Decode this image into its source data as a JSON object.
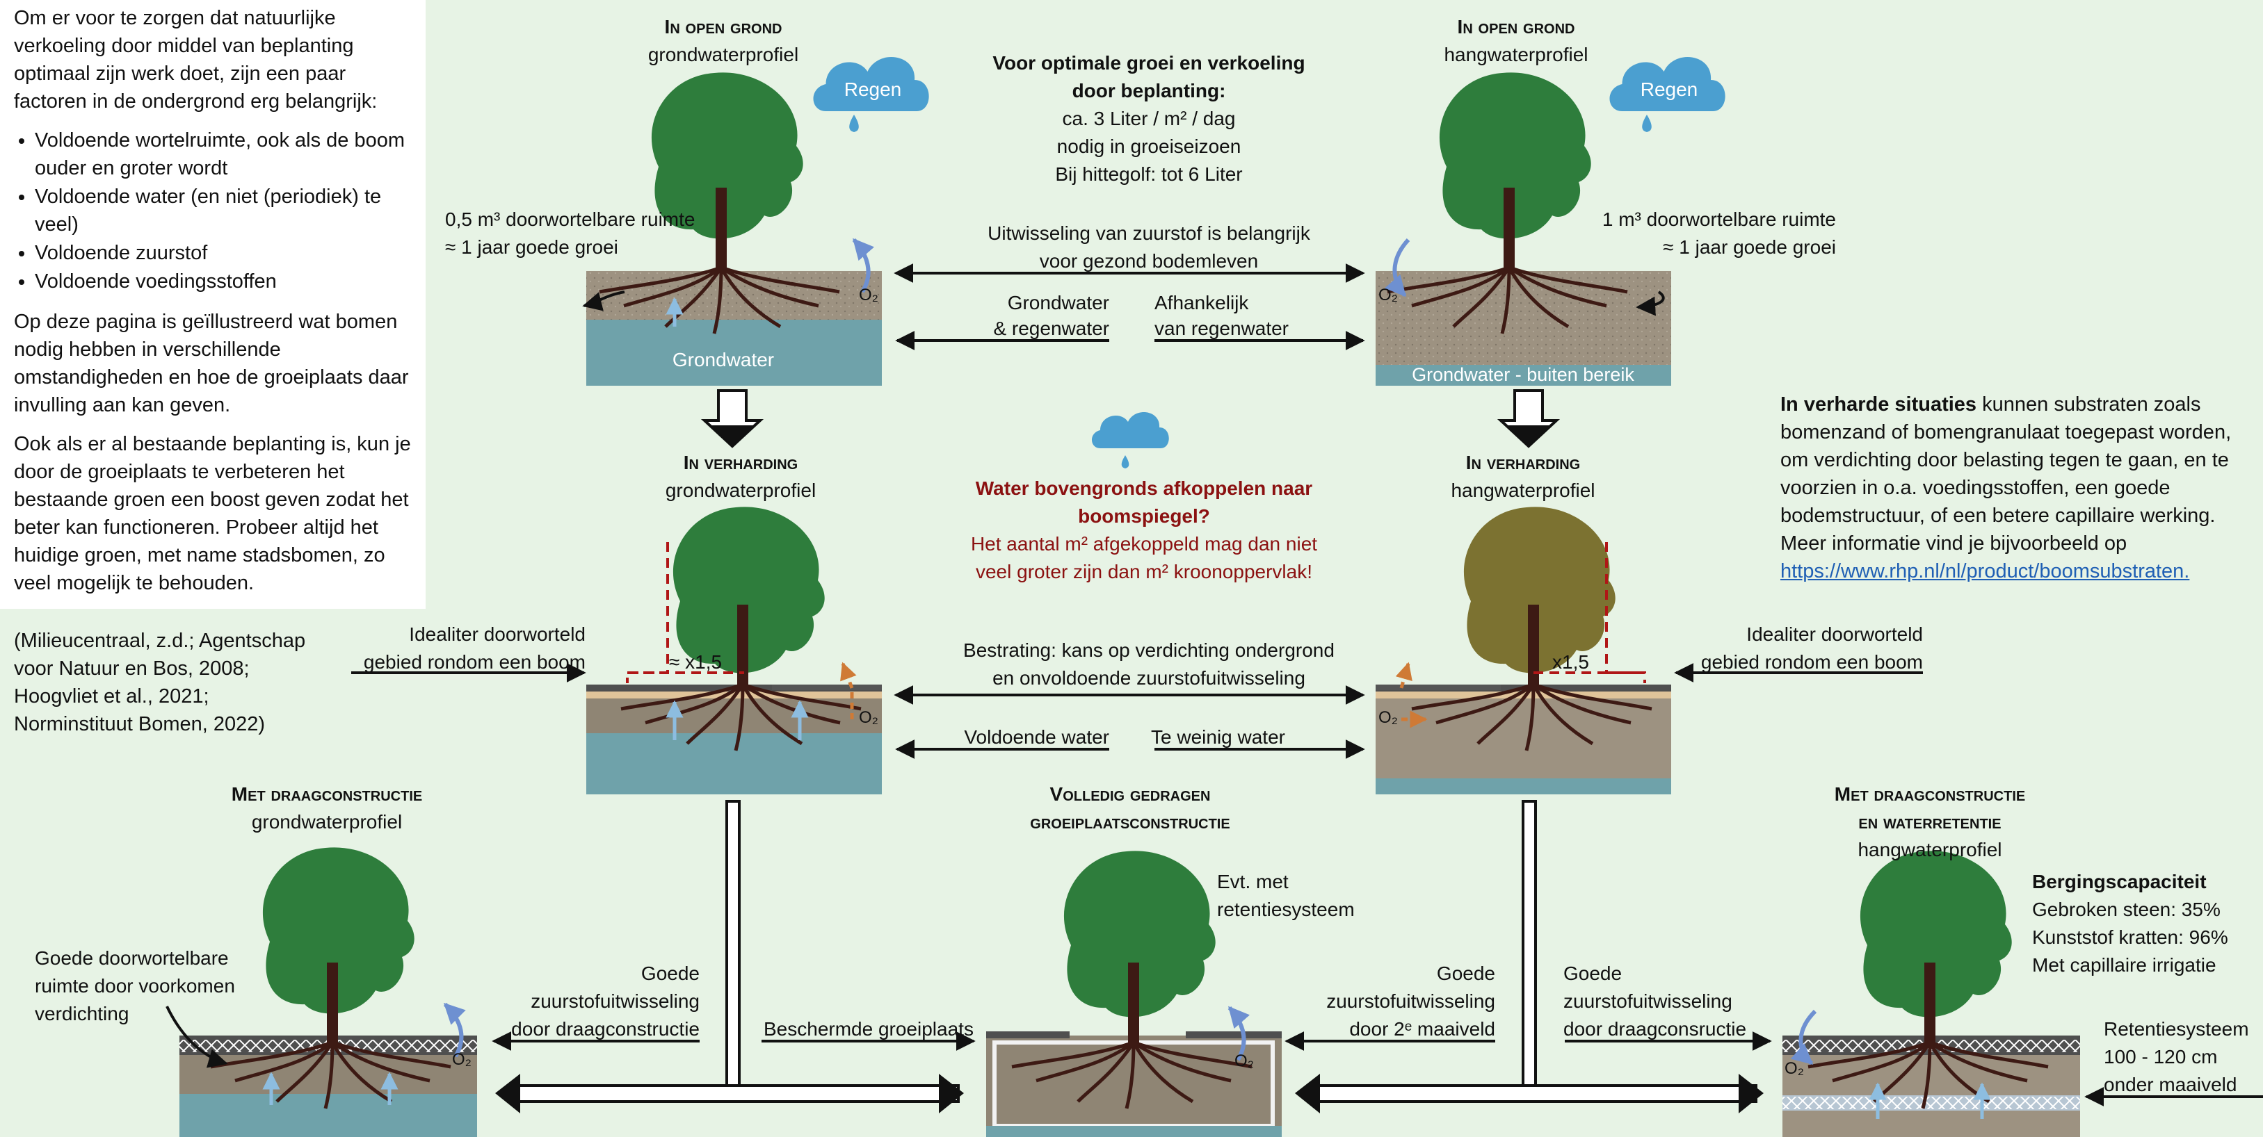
{
  "intro": {
    "paragraph1": "Om er voor te zorgen dat natuurlijke verkoeling door middel van beplanting optimaal zijn werk doet, zijn een paar factoren in de ondergrond erg belangrijk:",
    "bullets": [
      "Voldoende wortelruimte, ook als de boom ouder en groter wordt",
      "Voldoende water (en niet (periodiek) te veel)",
      "Voldoende zuurstof",
      "Voldoende voedingsstoffen"
    ],
    "paragraph2": "Op deze pagina is geïllustreerd wat bomen nodig hebben in verschillende omstandigheden en hoe de groeiplaats daar invulling aan kan geven.",
    "paragraph3": "Ook als er al bestaande beplanting is, kun je door de groeiplaats te verbeteren het bestaande groen een boost geven zodat het beter kan functioneren. Probeer altijd het huidige groen, met name stadsbomen, zo veel mogelijk te behouden."
  },
  "references": "(Milieucentraal, z.d.; Agentschap voor Natuur en Bos, 2008; Hoogvliet et al., 2021; Norminstituut Bomen, 2022)",
  "right_note": {
    "bold": "In verharde situaties",
    "text": " kunnen substraten zoals bomenzand of bomengranulaat toegepast worden, om verdichting door belasting tegen te gaan, en te voorzien in o.a. voedingsstoffen, een goede bodemstructuur, of een betere capillaire werking. Meer informatie vind je bijvoorbeeld op ",
    "link": "https://www.rhp.nl/nl/product/boomsubstraten."
  },
  "scenes": {
    "open_gw": {
      "title": "In open grond",
      "subtitle": "grondwaterprofiel",
      "rain": "Regen",
      "water_label": "Grondwater",
      "space_1": "0,5 m³ doorwortelbare ruimte",
      "space_2": "≈ 1 jaar goede groei",
      "o2": "O₂"
    },
    "open_hw": {
      "title": "In open grond",
      "subtitle": "hangwaterprofiel",
      "rain": "Regen",
      "water_label": "Grondwater - buiten bereik",
      "space_1": "1 m³ doorwortelbare ruimte",
      "space_2": "≈ 1 jaar goede groei",
      "o2": "O₂"
    },
    "paved_gw": {
      "title": "In verharding",
      "subtitle": "grondwaterprofiel",
      "factor": "≈ x1,5",
      "ideal_1": "Idealiter doorworteld",
      "ideal_2": "gebied rondom een boom",
      "o2": "O₂"
    },
    "paved_hw": {
      "title": "In verharding",
      "subtitle": "hangwaterprofiel",
      "factor": "x1,5",
      "ideal_1": "Idealiter doorworteld",
      "ideal_2": "gebied rondom een boom",
      "o2": "O₂"
    },
    "bear_gw": {
      "title_1": "Met draagconstructie",
      "subtitle": "grondwaterprofiel",
      "note_1": "Goede doorwortelbare",
      "note_2": "ruimte door voorkomen",
      "note_3": "verdichting",
      "o2": "O₂",
      "exchange_1": "Goede",
      "exchange_2": "zuurstofuitwisseling",
      "exchange_3": "door draagconstructie"
    },
    "full": {
      "title_1": "Volledig gedragen",
      "title_2": "groeiplaatsconstructie",
      "option_1": "Evt. met",
      "option_2": "retentiesysteem",
      "protected": "Beschermde groeiplaats",
      "exchange_1": "Goede",
      "exchange_2": "zuurstofuitwisseling",
      "exchange_3": "door 2ᵉ maaiveld",
      "o2": "O₂"
    },
    "bear_ret": {
      "title_1": "Met draagconstructie",
      "title_2": "en waterretentie",
      "subtitle": "hangwaterprofiel",
      "exchange_1": "Goede",
      "exchange_2": "zuurstofuitwisseling",
      "exchange_3": "door draagconsructie",
      "cap_title": "Bergingscapaciteit",
      "cap_1": "Gebroken steen: 35%",
      "cap_2": "Kunststof kratten: 96%",
      "cap_3": "Met capillaire irrigatie",
      "ret_1": "Retentiesysteem",
      "ret_2": "100 - 120 cm",
      "ret_3": "onder maaiveld",
      "o2": "O₂"
    }
  },
  "center": {
    "optimal_1": "Voor optimale groei en verkoeling",
    "optimal_2": "door beplanting:",
    "optimal_3": "ca. 3 Liter / m² / dag",
    "optimal_4": "nodig in groeiseizoen",
    "optimal_5": "Bij hittegolf: tot 6 Liter",
    "oxygen_1": "Uitwisseling van zuurstof is belangrijk",
    "oxygen_2": "voor gezond bodemleven",
    "water_left_1": "Grondwater",
    "water_left_2": "& regenwater",
    "water_right_1": "Afhankelijk",
    "water_right_2": "van regenwater",
    "warn_1": "Water bovengronds afkoppelen naar",
    "warn_2": "boomspiegel?",
    "warn_3": "Het aantal m² afgekoppeld mag dan niet",
    "warn_4": "veel groter zijn dan m² kroonoppervlak!",
    "paving_1": "Bestrating: kans op verdichting ondergrond",
    "paving_2": "en onvoldoende zuurstofuitwisseling",
    "enough_water": "Voldoende water",
    "little_water": "Te weinig water"
  },
  "colors": {
    "background": "#e7f3e5",
    "tree_green": "#2e7d3c",
    "tree_dry": "#7c7231",
    "trunk": "#3d1a14",
    "soil": "#9d9281",
    "water": "#6fa2aa",
    "rain_blue": "#4b9fd0",
    "oxygen_blue": "#6e90d1",
    "oxygen_orange": "#cf7a36",
    "warning_red": "#8b1111",
    "link_blue": "#1f5fb4"
  },
  "icons": [
    "cloud-rain-icon",
    "tree-icon",
    "oxygen-arrow-icon",
    "down-arrow-icon",
    "double-arrow-icon"
  ]
}
